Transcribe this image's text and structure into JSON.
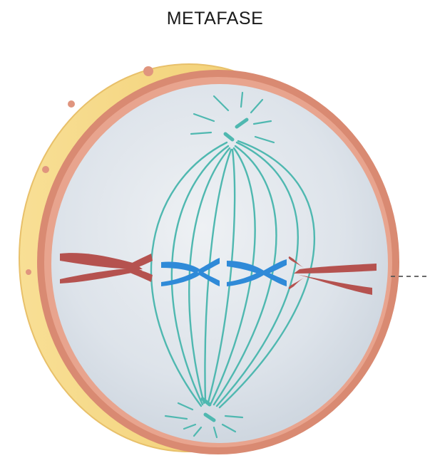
{
  "diagram": {
    "title": "METAFASE",
    "colors": {
      "cell_outer": "#f6d98a",
      "cell_rim": "#d98a72",
      "cytoplasm": "#dde4ea",
      "spindle": "#4fb8b0",
      "chromosome_red": "#b5524f",
      "chromosome_blue": "#2f8ad8",
      "label_line": "#555555"
    },
    "icons": [
      "cell-membrane",
      "centrosome",
      "spindle-fiber",
      "chromosome"
    ]
  }
}
